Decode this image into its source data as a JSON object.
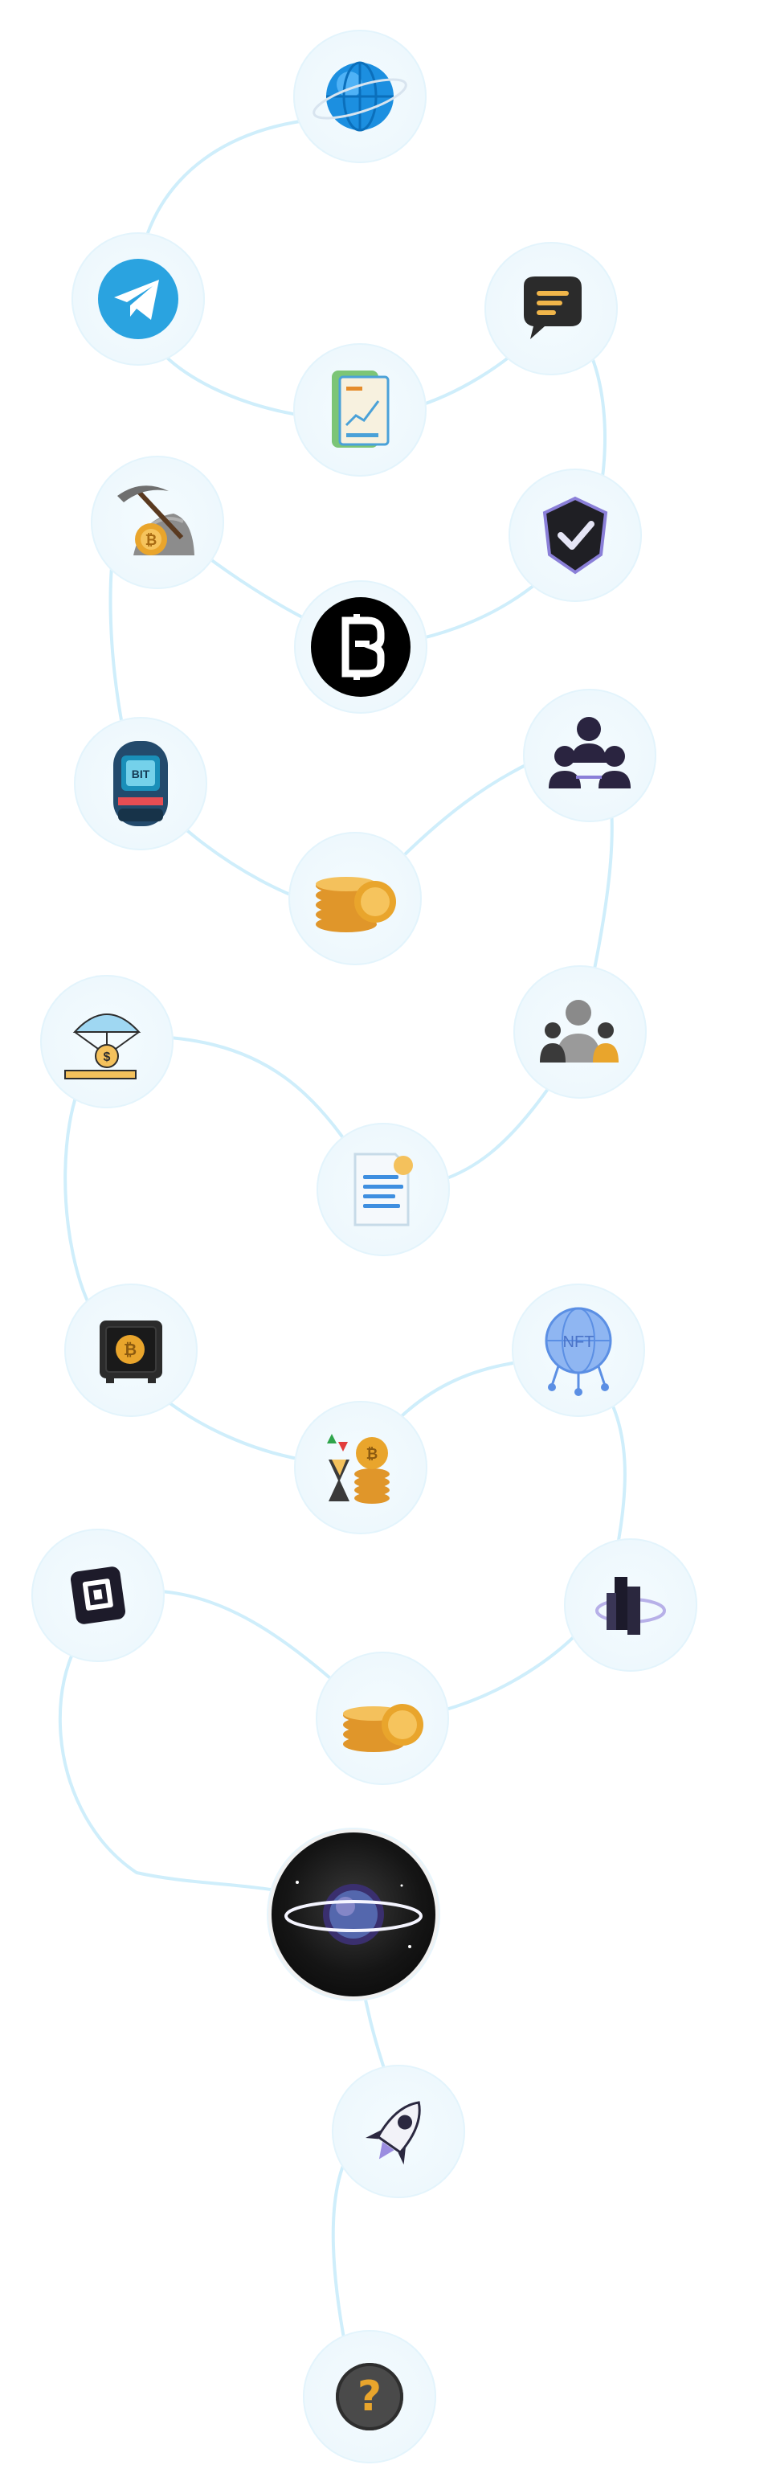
{
  "nodes": [
    {
      "id": "globe",
      "icon": "globe-icon"
    },
    {
      "id": "telegram",
      "icon": "telegram-icon"
    },
    {
      "id": "chat",
      "icon": "chat-bubble-icon"
    },
    {
      "id": "chart-doc",
      "icon": "chart-document-icon"
    },
    {
      "id": "pickaxe",
      "icon": "pickaxe-mining-icon"
    },
    {
      "id": "shield",
      "icon": "shield-check-icon"
    },
    {
      "id": "b-token",
      "icon": "b-coin-icon"
    },
    {
      "id": "arcade",
      "icon": "arcade-machine-icon"
    },
    {
      "id": "community",
      "icon": "community-icon"
    },
    {
      "id": "coins",
      "icon": "coin-stack-icon"
    },
    {
      "id": "airdrop",
      "icon": "airdrop-icon"
    },
    {
      "id": "referral",
      "icon": "referral-users-icon"
    },
    {
      "id": "whitepaper",
      "icon": "whitepaper-icon"
    },
    {
      "id": "vault",
      "icon": "bitcoin-vault-icon"
    },
    {
      "id": "nft",
      "icon": "nft-globe-icon"
    },
    {
      "id": "staking",
      "icon": "staking-hourglass-icon"
    },
    {
      "id": "chip",
      "icon": "cpu-chip-icon"
    },
    {
      "id": "exchange",
      "icon": "exchange-building-icon"
    },
    {
      "id": "coins-2",
      "icon": "coin-stack-icon"
    },
    {
      "id": "planet",
      "icon": "planet-icon"
    },
    {
      "id": "rocket",
      "icon": "rocket-icon"
    },
    {
      "id": "mystery",
      "icon": "question-mark-icon",
      "text": "?"
    }
  ],
  "colors": {
    "path": "#cfeefb",
    "node_bg": "#eef8fd",
    "gold": "#e9a52c",
    "telegram": "#2aa3e0",
    "dark": "#151515"
  }
}
